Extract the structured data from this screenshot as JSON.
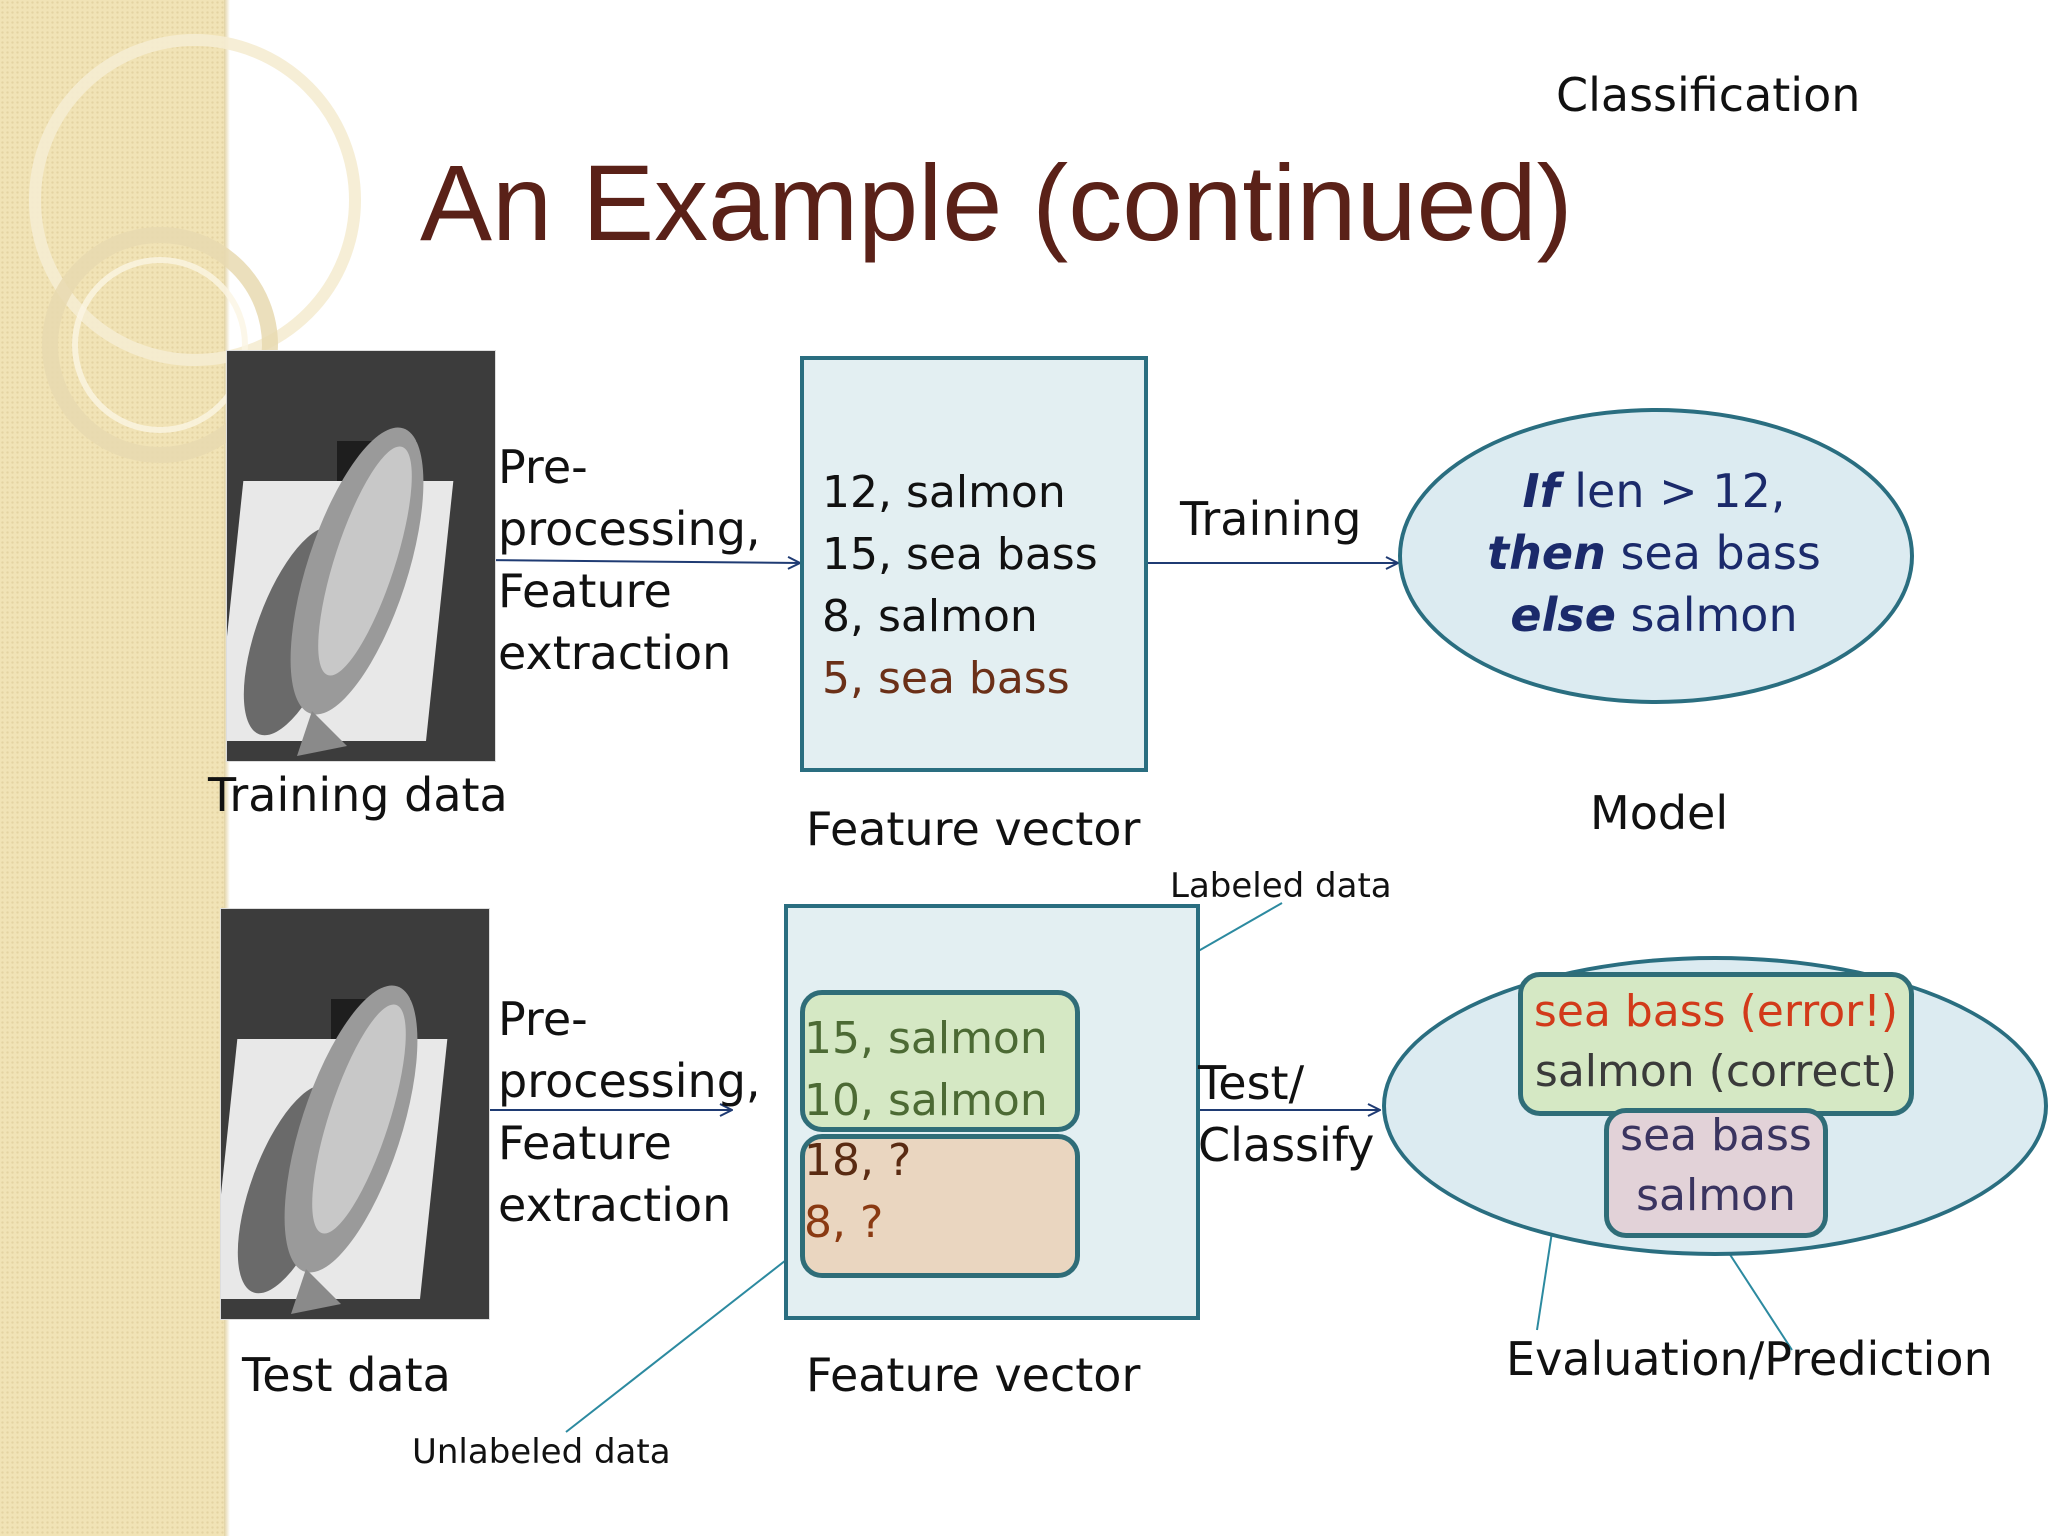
{
  "header": {
    "section": "Classification",
    "title": "An Example (continued)"
  },
  "training_row": {
    "data_label": "Training data",
    "step_label_lines": [
      "Pre-",
      "processing,",
      "Feature",
      "extraction"
    ],
    "feature_lines": [
      "12, salmon",
      "15, sea bass",
      "8, salmon",
      "5, sea bass"
    ],
    "feature_caption": "Feature vector",
    "arrow_label": "Training",
    "model_rule": {
      "kw_if": "If",
      "rest_if": " len > 12,",
      "kw_then": "then",
      "rest_then": " sea bass",
      "kw_else": "else",
      "rest_else": " salmon"
    },
    "model_caption": "Model"
  },
  "test_row": {
    "data_label": "Test data",
    "step_label_lines": [
      "Pre-",
      "processing,",
      "Feature",
      "extraction"
    ],
    "labeled_lines": [
      "15, salmon",
      "10, salmon"
    ],
    "unlabeled_lines": [
      "18, ?",
      "8, ?"
    ],
    "feature_caption": "Feature vector",
    "labeled_note": "Labeled data",
    "unlabeled_note": "Unlabeled data",
    "arrow_label_lines": [
      "Test/",
      "Classify"
    ],
    "evaluation_lines": [
      "sea bass (error!)",
      "salmon (correct)"
    ],
    "prediction_lines": [
      "sea bass",
      "salmon"
    ],
    "result_caption": "Evaluation/Prediction"
  },
  "colors": {
    "title": "#5a2118",
    "model_keyword": "#1b2a6b",
    "error": "#d23a1a",
    "labeled_fill": "#d5e8c4",
    "unlabeled_fill": "#ead6c0",
    "prediction_fill": "#e2d2d8",
    "brown_text": "#6b3018"
  }
}
